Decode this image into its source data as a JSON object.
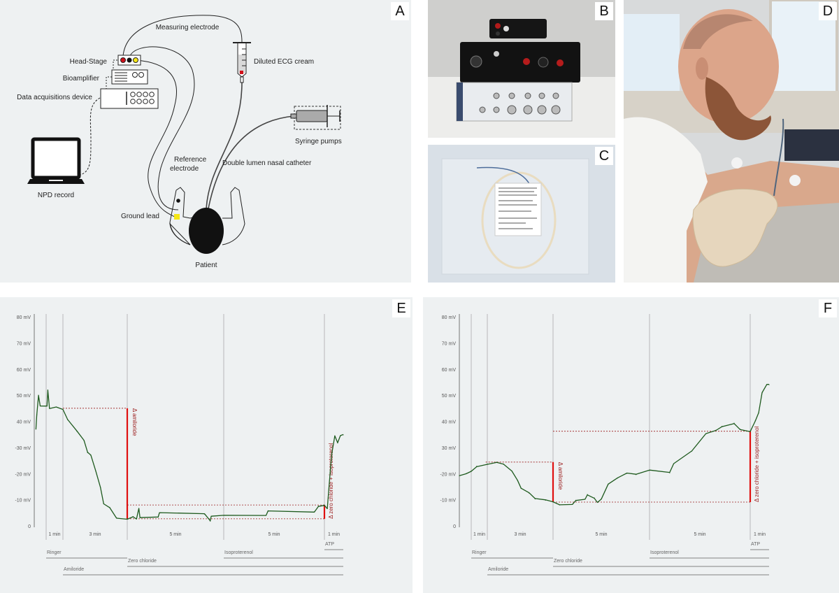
{
  "panels": {
    "a": "A",
    "b": "B",
    "c": "C",
    "d": "D",
    "e": "E",
    "f": "F"
  },
  "diagram": {
    "measuring_electrode": "Measuring electrode",
    "head_stage": "Head-Stage",
    "bioamplifier": "Bioamplifier",
    "daq": "Data acquisitions device",
    "npd_record": "NPD record",
    "ecg_cream": "Diluted ECG cream",
    "syringe_pumps": "Syringe pumps",
    "reference_electrode_1": "Reference",
    "reference_electrode_2": "electrode",
    "catheter": "Double lumen nasal catheter",
    "ground_lead": "Ground lead",
    "patient": "Patient",
    "colors": {
      "red": "#d0101a",
      "yellow": "#f5e616",
      "black": "#111111"
    }
  },
  "chart_data": [
    {
      "type": "line",
      "panel": "E",
      "ylabel": "mV",
      "ylim": [
        0,
        80
      ],
      "yticks": [
        "0",
        "-10 mV",
        "-20 mV",
        "-30 mV",
        "40 mV",
        "50 mV",
        "60 mV",
        "70 mV",
        "80 mV"
      ],
      "xunit": "min",
      "segments": [
        {
          "label": "1 min",
          "from": 0,
          "to": 1
        },
        {
          "label": "3 min",
          "from": 1,
          "to": 4
        },
        {
          "label": "5 min",
          "from": 4,
          "to": 9
        },
        {
          "label": "5 min",
          "from": 9,
          "to": 14
        },
        {
          "label": "1 min",
          "from": 14,
          "to": 15
        }
      ],
      "protocol": [
        {
          "label": "ATP",
          "from": 14,
          "to": 15
        },
        {
          "label": "Ringer",
          "from": 0,
          "to": 4
        },
        {
          "label": "Isoproterenol",
          "from": 9,
          "to": 15
        },
        {
          "label": "Zero chloride",
          "from": 4,
          "to": 15
        },
        {
          "label": "Amiloride",
          "from": 1,
          "to": 15
        }
      ],
      "series_color": "#1e5a1e",
      "series": [
        [
          -0.6,
          37
        ],
        [
          -0.55,
          42.5
        ],
        [
          -0.45,
          50
        ],
        [
          -0.35,
          46
        ],
        [
          0.05,
          46
        ],
        [
          0.1,
          52
        ],
        [
          0.2,
          45
        ],
        [
          0.6,
          45.5
        ],
        [
          1.0,
          44.5
        ],
        [
          1.22,
          40.6
        ],
        [
          1.65,
          36.2
        ],
        [
          1.98,
          32.6
        ],
        [
          2.15,
          28
        ],
        [
          2.3,
          27
        ],
        [
          2.53,
          21
        ],
        [
          2.75,
          14.7
        ],
        [
          2.9,
          8.5
        ],
        [
          3.18,
          7.1
        ],
        [
          3.5,
          3.1
        ],
        [
          4.0,
          2.7
        ],
        [
          4.3,
          3.6
        ],
        [
          4.48,
          2.7
        ],
        [
          4.6,
          6.7
        ],
        [
          4.66,
          3.1
        ],
        [
          5.6,
          3.3
        ],
        [
          5.67,
          4.9
        ],
        [
          8.0,
          4.5
        ],
        [
          8.3,
          1.8
        ],
        [
          8.35,
          3.6
        ],
        [
          9.0,
          4.0
        ],
        [
          11.1,
          4.0
        ],
        [
          11.2,
          5.8
        ],
        [
          13.5,
          5.4
        ],
        [
          13.7,
          7.6
        ],
        [
          14.0,
          8.0
        ],
        [
          14.15,
          6.7
        ],
        [
          14.33,
          22.8
        ],
        [
          14.4,
          28
        ],
        [
          14.55,
          34.4
        ],
        [
          14.7,
          31.7
        ],
        [
          14.85,
          34.4
        ],
        [
          15.0,
          34.8
        ]
      ],
      "annotations": [
        {
          "label": "Δ amiloride",
          "t": 4,
          "from": 2.7,
          "to": 45,
          "ref_from": 1.0
        },
        {
          "label": "Δ zero chloride + isoproterenol",
          "t": 14,
          "from": 2.7,
          "to": 8,
          "ref_from": 4
        }
      ]
    },
    {
      "type": "line",
      "panel": "F",
      "ylabel": "mV",
      "ylim": [
        0,
        80
      ],
      "yticks": [
        "0",
        "-10 mV",
        "-20 mV",
        "30 mV",
        "40 mV",
        "50 mV",
        "60 mV",
        "70 mV",
        "80 mV"
      ],
      "xunit": "min",
      "segments": [
        {
          "label": "1 min",
          "from": 0,
          "to": 1
        },
        {
          "label": "3 min",
          "from": 1,
          "to": 4
        },
        {
          "label": "5 min",
          "from": 4,
          "to": 9
        },
        {
          "label": "5 min",
          "from": 9,
          "to": 14
        },
        {
          "label": "1 min",
          "from": 14,
          "to": 15
        }
      ],
      "protocol": [
        {
          "label": "ATP",
          "from": 14,
          "to": 15
        },
        {
          "label": "Ringer",
          "from": 0,
          "to": 4
        },
        {
          "label": "Isoproterenol",
          "from": 9,
          "to": 15
        },
        {
          "label": "Zero chloride",
          "from": 4,
          "to": 15
        },
        {
          "label": "Amiloride",
          "from": 1,
          "to": 15
        }
      ],
      "series_color": "#1e5a1e",
      "series": [
        [
          -0.74,
          19.2
        ],
        [
          -0.32,
          20
        ],
        [
          0,
          21
        ],
        [
          0.34,
          22.8
        ],
        [
          1.0,
          23.7
        ],
        [
          1.43,
          24.4
        ],
        [
          1.74,
          23.7
        ],
        [
          2.12,
          21
        ],
        [
          2.38,
          17.4
        ],
        [
          2.54,
          14.3
        ],
        [
          2.91,
          12.5
        ],
        [
          3.18,
          10.3
        ],
        [
          3.66,
          9.8
        ],
        [
          4.0,
          9.1
        ],
        [
          4.34,
          8.0
        ],
        [
          5.0,
          8.2
        ],
        [
          5.18,
          9.8
        ],
        [
          5.66,
          10.3
        ],
        [
          5.78,
          12
        ],
        [
          6.14,
          10.7
        ],
        [
          6.3,
          9.1
        ],
        [
          6.5,
          10.3
        ],
        [
          6.86,
          16
        ],
        [
          7.34,
          18.3
        ],
        [
          7.83,
          20.1
        ],
        [
          8.3,
          19.6
        ],
        [
          9.0,
          21.2
        ],
        [
          10.0,
          20.3
        ],
        [
          10.2,
          23.7
        ],
        [
          11.1,
          28.6
        ],
        [
          11.8,
          35.3
        ],
        [
          12.3,
          36.6
        ],
        [
          12.6,
          38.1
        ],
        [
          13.2,
          39.3
        ],
        [
          13.5,
          37
        ],
        [
          14.0,
          36.2
        ],
        [
          14.27,
          40.2
        ],
        [
          14.45,
          43.3
        ],
        [
          14.63,
          50.9
        ],
        [
          14.88,
          54
        ],
        [
          15.0,
          54
        ]
      ],
      "annotations": [
        {
          "label": "Δ amiloride",
          "t": 4,
          "from": 9.1,
          "to": 24.4,
          "ref_from": 0.9
        },
        {
          "label": "Δ zero chloride + isoproterenol",
          "t": 14,
          "from": 9.1,
          "to": 36.2,
          "ref_from": 4
        }
      ]
    }
  ]
}
